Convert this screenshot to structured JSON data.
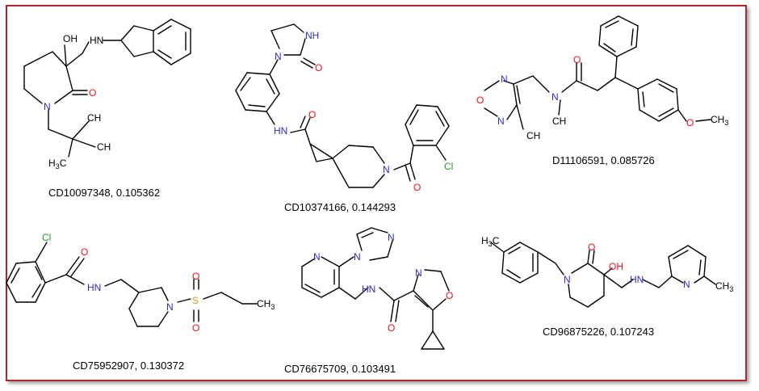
{
  "colors": {
    "frame": "#b3262b",
    "oxygen": "#e8111d",
    "nitrogen": "#2b2bcc",
    "chlorine": "#1e9a1e",
    "carbon": "#000000"
  },
  "molecules": [
    {
      "caption": "CD10097348, 0.105362",
      "labels": {
        "oh": "OH",
        "nh": "HN",
        "o": "O",
        "n": "N",
        "ch3a": "CH",
        "ch3b": "CH",
        "h3c": "H",
        "sub3": "3",
        "c": "C"
      }
    },
    {
      "caption": "CD10374166, 0.144293",
      "labels": {
        "nh": "NH",
        "n1": "N",
        "o1": "O",
        "o2": "O",
        "hn": "HN",
        "n2": "N",
        "cl": "Cl",
        "o3": "O"
      }
    },
    {
      "caption": "D11106591, 0.085726",
      "labels": {
        "n1": "N",
        "o1": "O",
        "n2": "N",
        "ch3": "CH",
        "n3": "N",
        "ch3b": "CH",
        "o2": "O",
        "o3": "O",
        "ch3c": "CH",
        "sub3": "3"
      }
    },
    {
      "caption": "CD75952907, 0.130372",
      "labels": {
        "cl": "Cl",
        "o": "O",
        "hn": "HN",
        "n": "N",
        "s": "S",
        "o1": "O",
        "o2": "O",
        "ch3": "CH",
        "sub3": "3"
      }
    },
    {
      "caption": "CD76675709, 0.103491",
      "labels": {
        "n1": "N",
        "n2": "N",
        "n3": "N",
        "n4": "N",
        "hn": "HN",
        "o1": "O",
        "o2": "O"
      }
    },
    {
      "caption": "CD96875226, 0.107243",
      "labels": {
        "h3c": "H",
        "c": "C",
        "sub3": "3",
        "n1": "N",
        "o": "O",
        "oh": "OH",
        "hn": "HN",
        "n2": "N",
        "ch3": "CH"
      }
    }
  ]
}
